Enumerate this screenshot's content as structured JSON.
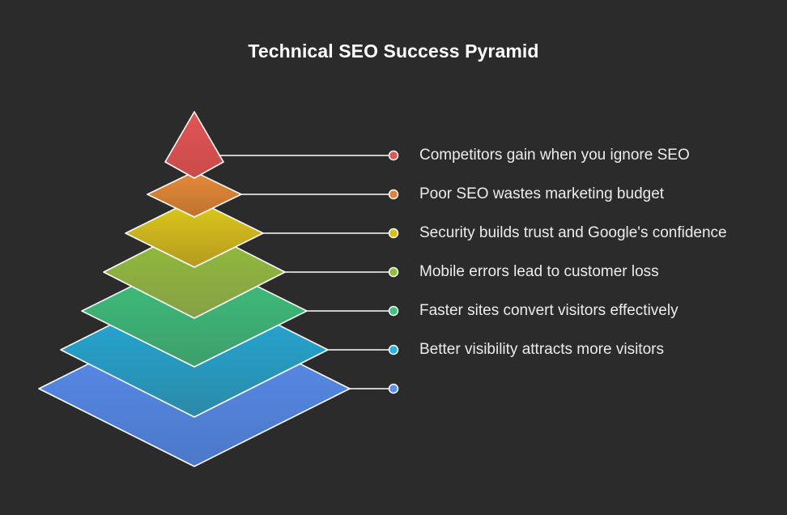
{
  "title": "Technical SEO Success Pyramid",
  "layers": [
    {
      "label": "Competitors gain when you ignore SEO",
      "color_top": "#e25555",
      "color_bottom": "#c94a4a",
      "dot": "#e05555"
    },
    {
      "label": "Poor SEO wastes marketing budget",
      "color_top": "#e58a3a",
      "color_bottom": "#c0722e",
      "dot": "#e0823a"
    },
    {
      "label": "Security builds trust and Google's confidence",
      "color_top": "#e0cc1a",
      "color_bottom": "#b39a22",
      "dot": "#d4be1c"
    },
    {
      "label": "Mobile errors lead to customer loss",
      "color_top": "#93bf3a",
      "color_bottom": "#86a046",
      "dot": "#8fbf3a"
    },
    {
      "label": "Faster sites convert visitors effectively",
      "color_top": "#3cc47c",
      "color_bottom": "#3e9e6c",
      "dot": "#3cc47c"
    },
    {
      "label": "Better visibility attracts more visitors",
      "color_top": "#23aee0",
      "color_bottom": "#2a8aa8",
      "dot": "#28b0e0"
    },
    {
      "label": "",
      "color_top": "#5a8ef0",
      "color_bottom": "#4c78c8",
      "dot": "#5a8ef0"
    }
  ]
}
